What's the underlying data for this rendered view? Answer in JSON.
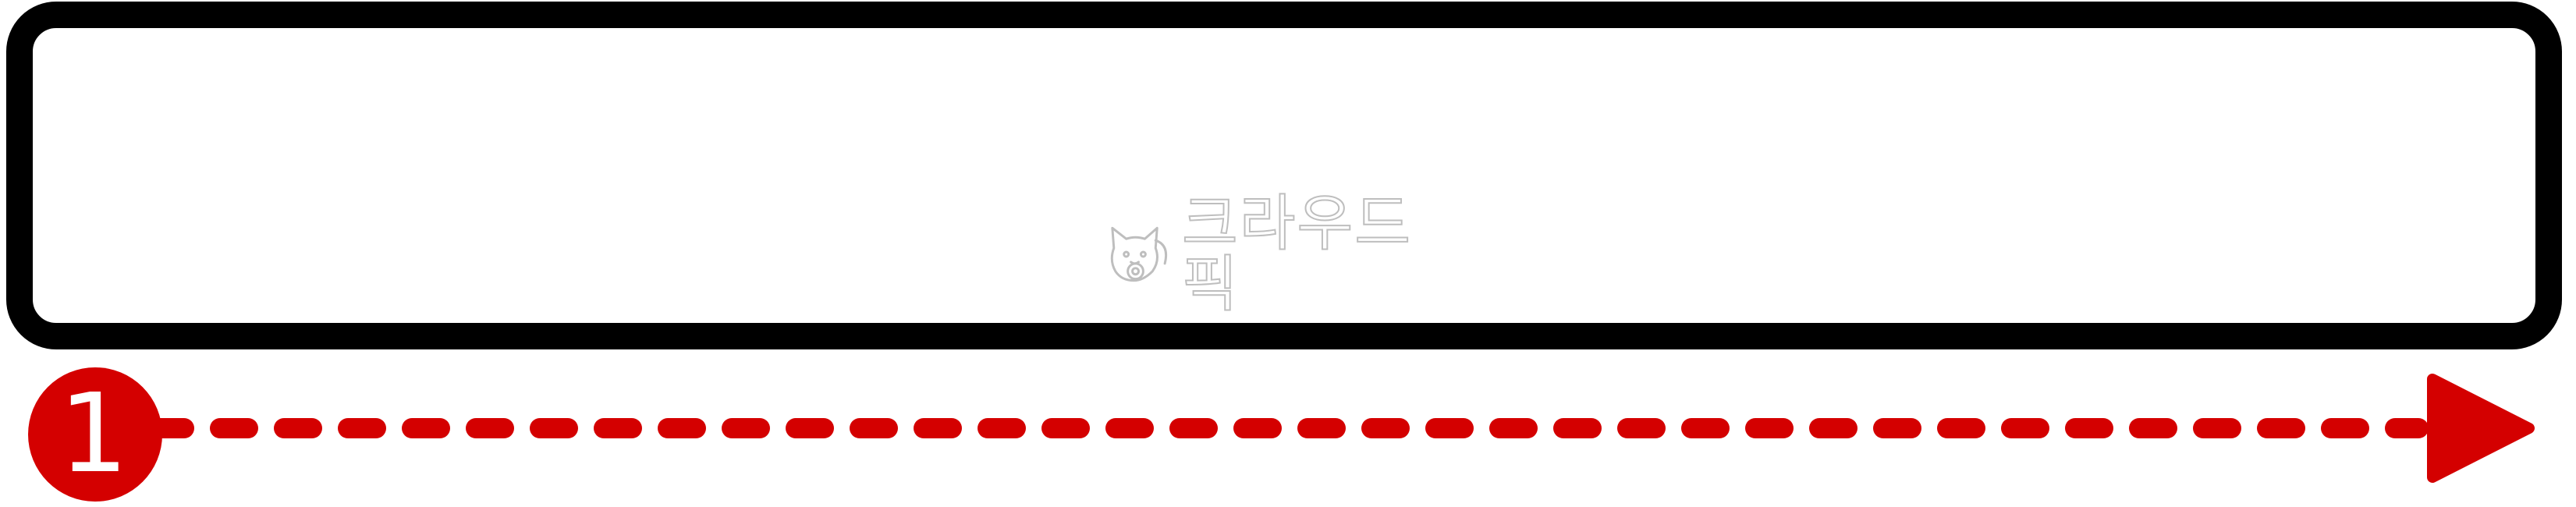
{
  "watermark": {
    "text": "크라우드픽",
    "icon": "cat-mascot-icon"
  },
  "step": {
    "number": "1",
    "color": "#d40000"
  },
  "panel": {
    "border_color": "#000000",
    "fill": "#ffffff"
  },
  "arrow": {
    "style": "dashed",
    "direction": "right",
    "color": "#d40000"
  }
}
